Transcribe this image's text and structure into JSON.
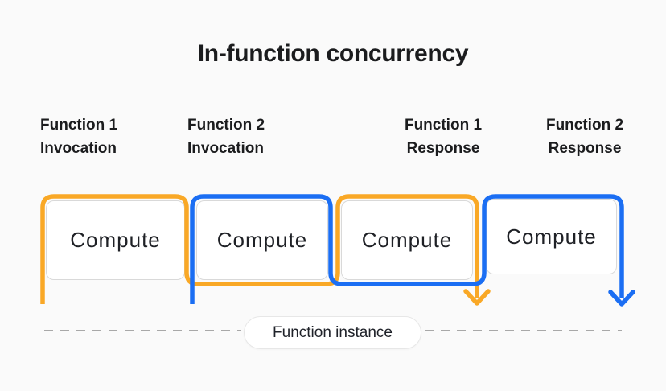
{
  "title": "In-function concurrency",
  "column_labels": [
    {
      "line1": "Function 1",
      "line2": "Invocation"
    },
    {
      "line1": "Function 2",
      "line2": "Invocation"
    },
    {
      "line1": "Function 1",
      "line2": "Response"
    },
    {
      "line1": "Function 2",
      "line2": "Response"
    }
  ],
  "compute_boxes": [
    {
      "label": "Compute"
    },
    {
      "label": "Compute"
    },
    {
      "label": "Compute"
    },
    {
      "label": "Compute"
    }
  ],
  "instance_pill": {
    "label": "Function instance"
  },
  "colors": {
    "function1_accent": "#F9A826",
    "function2_accent": "#1B6EF3",
    "background": "#FAFAFA",
    "box_border": "#D9D9D9",
    "text": "#1B1C1E",
    "dashed_line": "#A8A8A8"
  }
}
